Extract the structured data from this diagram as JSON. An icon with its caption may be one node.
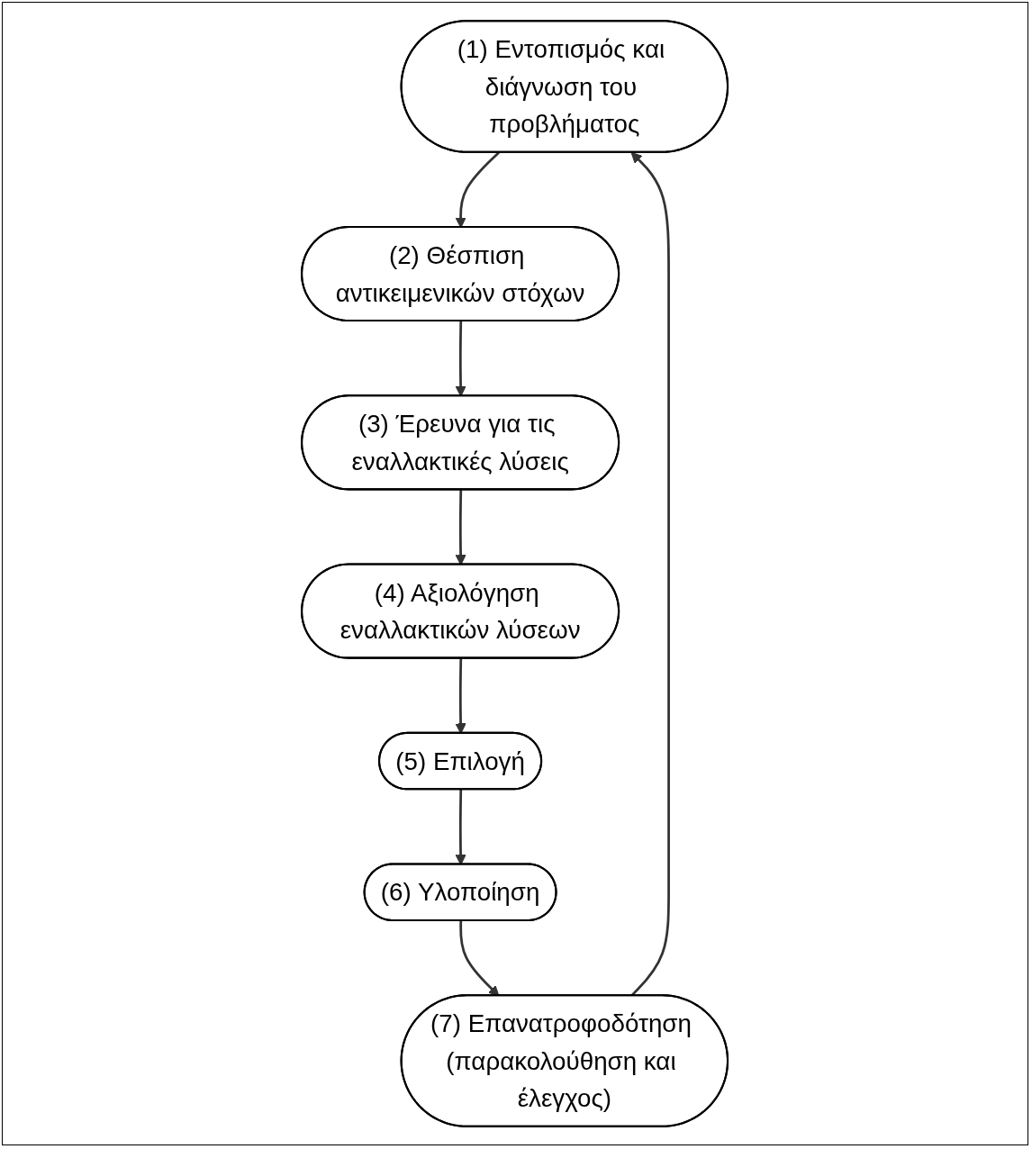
{
  "diagram": {
    "nodes": [
      {
        "text": [
          "(1) Εντοπισμός και διάγνωση του προβλήματος"
        ]
      },
      {
        "text": [
          "(2) Θέσπιση αντικειμενικών στόχων"
        ]
      },
      {
        "text": [
          "(3) Έρευνα για τις εναλλακτικές λύσεις"
        ]
      },
      {
        "text": [
          "(4) Αξιολόγηση εναλλακτικών λύσεων"
        ]
      },
      {
        "text": [
          "(5) Επιλογή"
        ]
      },
      {
        "text": [
          "(6) Υλοποίηση"
        ]
      },
      {
        "text": [
          "(7) Επανατροφοδότηση (παρακολούθηση και έλεγχος)"
        ]
      }
    ],
    "edges": [
      {
        "from": 0,
        "to": 1,
        "arrow": "to"
      },
      {
        "from": 1,
        "to": 2,
        "arrow": "to"
      },
      {
        "from": 2,
        "to": 3,
        "arrow": "to"
      },
      {
        "from": 3,
        "to": 4,
        "arrow": "to"
      },
      {
        "from": 4,
        "to": 5,
        "arrow": "to"
      },
      {
        "from": 5,
        "to": 6,
        "arrow": "to"
      },
      {
        "from": 6,
        "to": 0,
        "arrow": "to"
      }
    ]
  }
}
